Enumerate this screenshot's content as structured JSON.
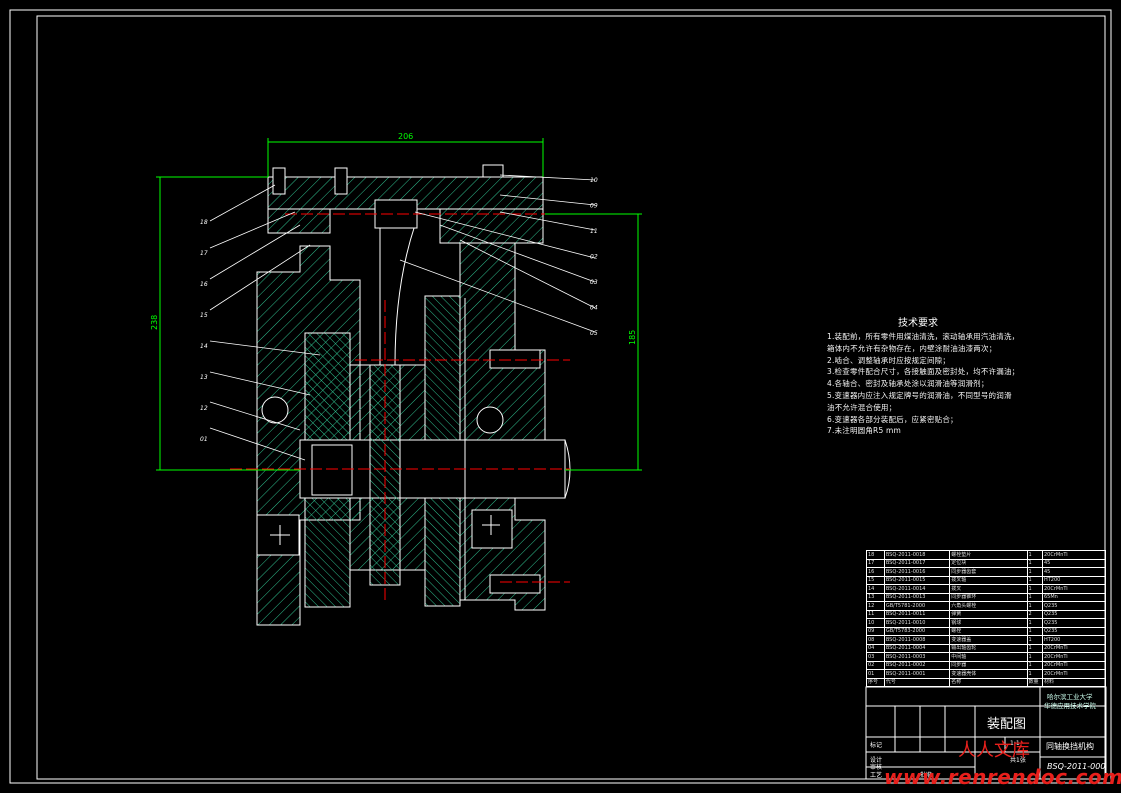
{
  "dimensions": {
    "width": "206",
    "height_left": "238",
    "height_right": "185"
  },
  "callouts_left": [
    "18",
    "17",
    "16",
    "15",
    "14",
    "13",
    "12",
    "01"
  ],
  "callouts_right": [
    "10",
    "09",
    "11",
    "02",
    "03",
    "04",
    "05"
  ],
  "notes": {
    "title": "技术要求",
    "lines": [
      "1.装配前，所有零件用煤油清洗，滚动轴承用汽油清洗，",
      "  箱体内不允许有杂物存在，内壁涂耐油油漆两次；",
      "2.啮合、调整轴承时应按规定间隙；",
      "3.检查零件配合尺寸，各接触面及密封处，均不许漏油；",
      "4.各轴合、密封及轴承处涂以润滑油等润滑剂；",
      "5.变速器内应注入规定牌号的润滑油，不同型号的润滑",
      "  油不允许混合使用；",
      "6.变速器各部分装配后，应紧密贴合；",
      "7.未注明圆角R5 mm"
    ]
  },
  "bom": {
    "rows": [
      [
        "18",
        "BSQ-2011-0018",
        "螺栓垫片",
        "1",
        "20CrMnTi"
      ],
      [
        "17",
        "BSQ-2011-0017",
        "定位块",
        "1",
        "45"
      ],
      [
        "16",
        "BSQ-2011-0016",
        "同步器齿套",
        "1",
        "45"
      ],
      [
        "15",
        "BSQ-2011-0015",
        "拨叉轴",
        "1",
        "HT200"
      ],
      [
        "14",
        "BSQ-2011-0014",
        "拨叉",
        "1",
        "20CrMnTi"
      ],
      [
        "13",
        "BSQ-2011-0013",
        "同步器锥环",
        "1",
        "65Mn"
      ],
      [
        "12",
        "GB/T5781-2000",
        "六角头螺栓",
        "1",
        "Q235"
      ],
      [
        "11",
        "BSQ-2011-0011",
        "弹簧",
        "2",
        "Q235"
      ],
      [
        "10",
        "BSQ-2011-0010",
        "钢球",
        "1",
        "Q235"
      ],
      [
        "09",
        "GB/T5783-2000",
        "螺栓",
        "1",
        "Q235"
      ],
      [
        "08",
        "BSQ-2011-0008",
        "变速器盖",
        "1",
        "HT200"
      ],
      [
        "04",
        "BSQ-2011-0004",
        "输出轴齿轮",
        "1",
        "20CrMnTi"
      ],
      [
        "03",
        "BSQ-2011-0003",
        "中间轴",
        "1",
        "20CrMnTi"
      ],
      [
        "02",
        "BSQ-2011-0002",
        "同步器",
        "1",
        "20CrMnTi"
      ],
      [
        "01",
        "BSQ-2011-0001",
        "变速器壳体",
        "1",
        "20CrMnTi"
      ]
    ],
    "header": [
      "序号",
      "代号",
      "名称",
      "数量",
      "材料"
    ]
  },
  "title_block": {
    "drawing_type": "装配图",
    "school_line1": "哈尔滨工业大学",
    "school_line2": "华德应用技术学院",
    "drawing_name": "同轴换挡机构",
    "drawing_code": "BSQ-2011-000",
    "scale": "1:1",
    "sheet": "共1张",
    "row_labels": [
      "标记",
      "设计",
      "审核",
      "工艺"
    ],
    "signature": "批准"
  },
  "watermark": {
    "text": "www.renrendoc.com",
    "cn": "人人文库"
  },
  "colors": {
    "green": "#00ff00",
    "red": "#ff0000",
    "white": "#ffffff"
  }
}
